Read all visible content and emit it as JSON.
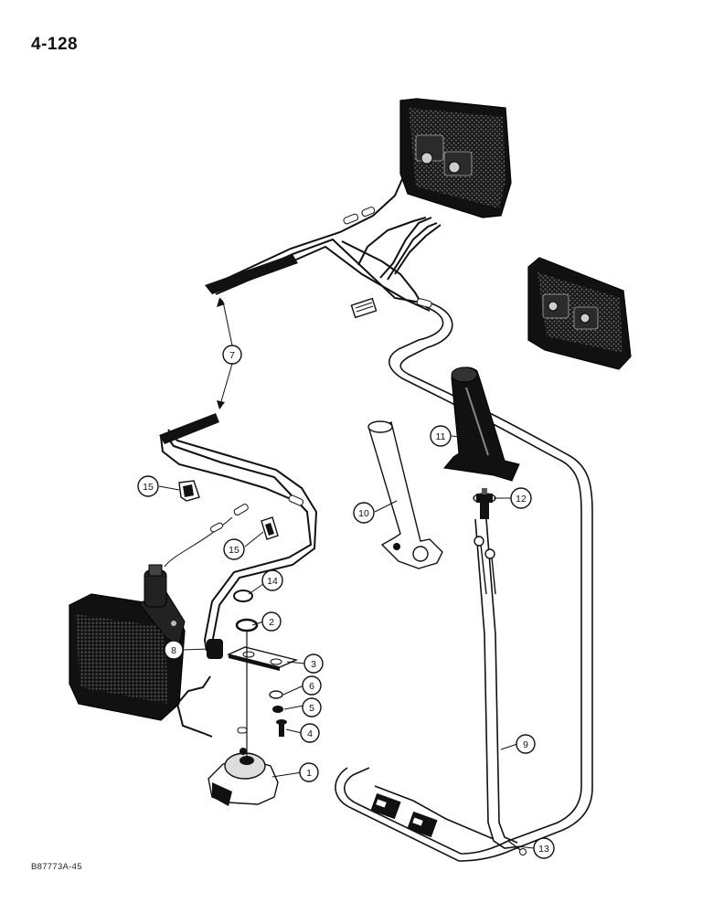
{
  "page_number": "4-128",
  "figure_code": "B87773A-45",
  "callouts": [
    "1",
    "2",
    "3",
    "4",
    "5",
    "6",
    "7",
    "8",
    "9",
    "10",
    "11",
    "12",
    "13",
    "14",
    "15",
    "15"
  ]
}
